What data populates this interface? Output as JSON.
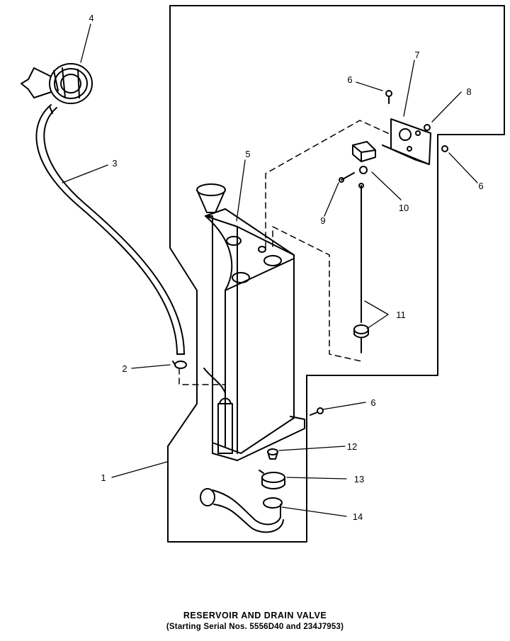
{
  "caption": {
    "title": "RESERVOIR AND DRAIN VALVE",
    "subtitle": "(Starting Serial Nos. 5556D40 and 234J7953)"
  },
  "callouts": [
    {
      "id": "c4",
      "label": "4"
    },
    {
      "id": "c3",
      "label": "3"
    },
    {
      "id": "c2",
      "label": "2"
    },
    {
      "id": "c1",
      "label": "1"
    },
    {
      "id": "c5",
      "label": "5"
    },
    {
      "id": "c6a",
      "label": "6"
    },
    {
      "id": "c7",
      "label": "7"
    },
    {
      "id": "c8",
      "label": "8"
    },
    {
      "id": "c6b",
      "label": "6"
    },
    {
      "id": "c10",
      "label": "10"
    },
    {
      "id": "c9",
      "label": "9"
    },
    {
      "id": "c11",
      "label": "11"
    },
    {
      "id": "c6c",
      "label": "6"
    },
    {
      "id": "c12",
      "label": "12"
    },
    {
      "id": "c13",
      "label": "13"
    },
    {
      "id": "c14",
      "label": "14"
    }
  ]
}
